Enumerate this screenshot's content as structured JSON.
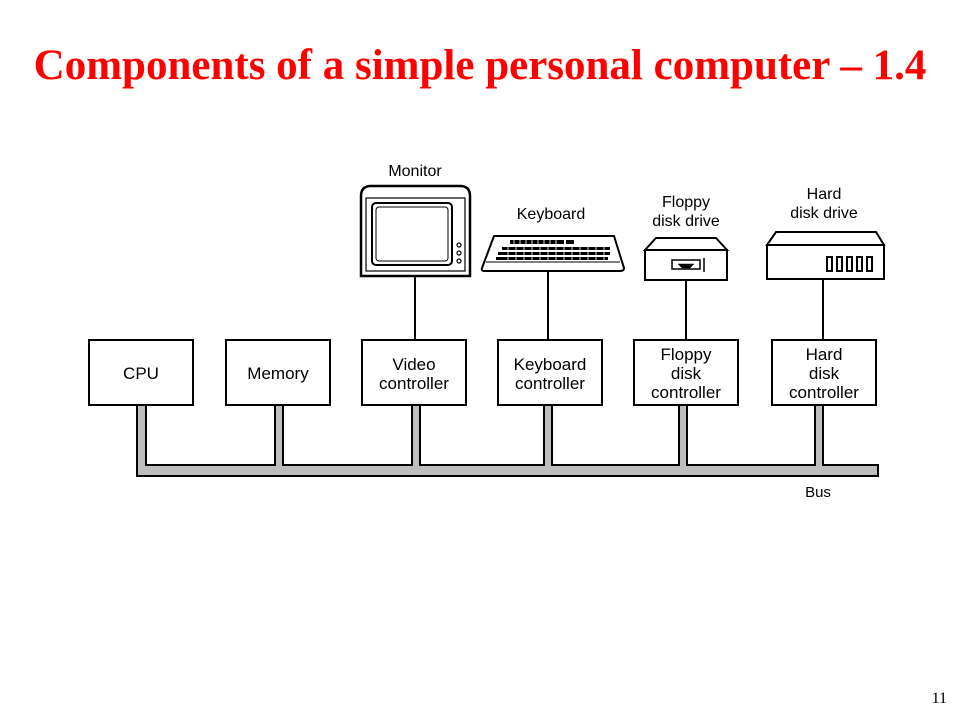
{
  "title": "Components of a simple personal computer – 1.4",
  "page_number": "11",
  "bus_label": "Bus",
  "devices": [
    {
      "id": "monitor",
      "lines": [
        "Monitor"
      ]
    },
    {
      "id": "keyboard",
      "lines": [
        "Keyboard"
      ]
    },
    {
      "id": "floppy-disk-drive",
      "lines": [
        "Floppy",
        "disk drive"
      ]
    },
    {
      "id": "hard-disk-drive",
      "lines": [
        "Hard",
        "disk drive"
      ]
    }
  ],
  "components": [
    {
      "id": "cpu",
      "lines": [
        "CPU"
      ]
    },
    {
      "id": "memory",
      "lines": [
        "Memory"
      ]
    },
    {
      "id": "video-controller",
      "lines": [
        "Video",
        "controller"
      ]
    },
    {
      "id": "keyboard-controller",
      "lines": [
        "Keyboard",
        "controller"
      ]
    },
    {
      "id": "floppy-disk-controller",
      "lines": [
        "Floppy",
        "disk",
        "controller"
      ]
    },
    {
      "id": "hard-disk-controller",
      "lines": [
        "Hard",
        "disk",
        "controller"
      ]
    }
  ]
}
